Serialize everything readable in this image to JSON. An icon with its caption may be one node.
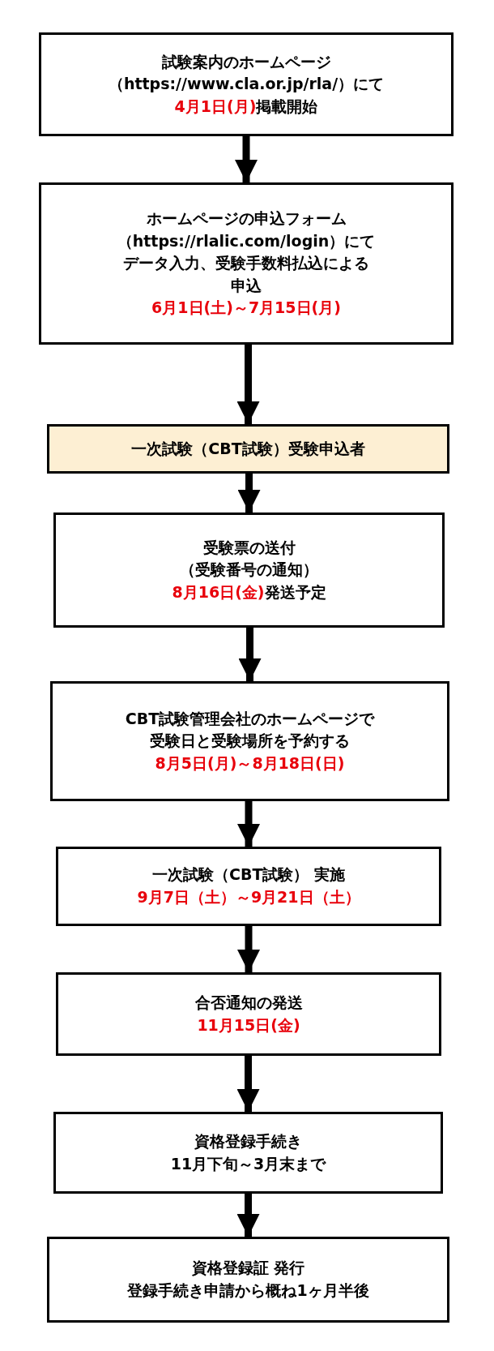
{
  "diagram": {
    "nodes": [
      {
        "text": [
          "試験案内のホームページ",
          "（https://www.cla.or.jp/rla/）にて",
          "4月1日(月)",
          "掲載開始"
        ]
      },
      {
        "text": [
          "ホームページの申込フォーム",
          "（https://rlalic.com/login）にて",
          "データ入力、受験手数料払込による申込",
          "6月1日(土)～7月15日(月)"
        ]
      },
      {
        "text": [
          "一次試験（CBT試験）受験申込者"
        ]
      },
      {
        "text": [
          "受験票の送付",
          "（受験番号の通知）",
          "8月16日(金)",
          "発送予定"
        ]
      },
      {
        "text": [
          "CBT試験管理会社のホームページで",
          "受験日と受験場所を予約する",
          "8月5日(月)～8月18日(日)"
        ]
      },
      {
        "text": [
          "一次試験（CBT試験） 実施",
          "9月7日（土）～9月21日（土）"
        ]
      },
      {
        "text": [
          "合否通知の発送",
          "11月15日(金)"
        ]
      },
      {
        "text": [
          "資格登録手続き",
          "11月下旬～3月末まで"
        ]
      },
      {
        "text": [
          "資格登録証 発行",
          "登録手続き申請から概ね1ヶ月半後"
        ]
      }
    ],
    "edges": [
      {
        "from": 0,
        "to": 1,
        "arrow": "to"
      },
      {
        "from": 1,
        "to": 2,
        "arrow": "to"
      },
      {
        "from": 2,
        "to": 3,
        "arrow": "to"
      },
      {
        "from": 3,
        "to": 4,
        "arrow": "to"
      },
      {
        "from": 4,
        "to": 5,
        "arrow": "to"
      },
      {
        "from": 5,
        "to": 6,
        "arrow": "to"
      },
      {
        "from": 6,
        "to": 7,
        "arrow": "to"
      },
      {
        "from": 7,
        "to": 8,
        "arrow": "to"
      }
    ]
  }
}
